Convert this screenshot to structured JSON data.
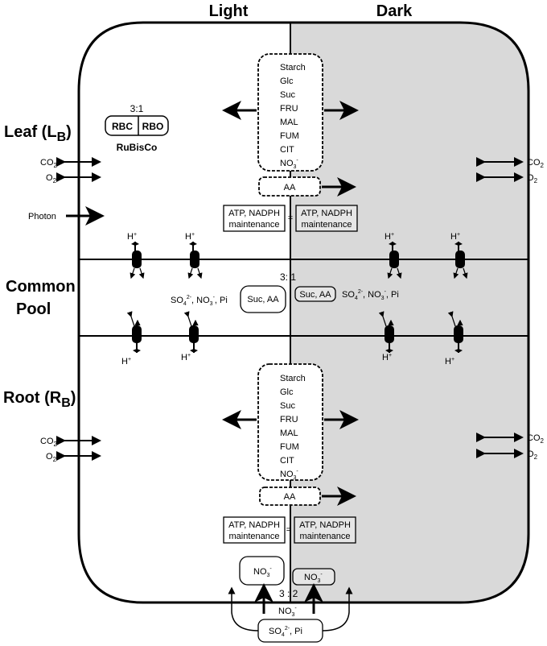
{
  "header": {
    "light": "Light",
    "dark": "Dark"
  },
  "sections": {
    "leaf": {
      "name": "Leaf (L",
      "sub": "B",
      "close": ")"
    },
    "pool": {
      "line1": "Common",
      "line2": "Pool"
    },
    "root": {
      "name": "Root (R",
      "sub": "B",
      "close": ")"
    }
  },
  "rubisco": {
    "ratio": "3:1",
    "rbc": "RBC",
    "rbo": "RBO",
    "name": "RuBisCo"
  },
  "metabolites": [
    "Starch",
    "Glc",
    "Suc",
    "FRU",
    "MAL",
    "FUM",
    "CIT",
    "NO3-"
  ],
  "aa": "AA",
  "energy": {
    "line1": "ATP, NADPH",
    "line2": "maintenance",
    "equals": "="
  },
  "gas": {
    "co2": "CO",
    "o2": "O",
    "sub": "2"
  },
  "photon": "Photon",
  "proton": {
    "h": "H",
    "sup": "+"
  },
  "pool_content": {
    "ratio": "3:  1",
    "suc_aa_light": "Suc, AA",
    "suc_aa_dark": "Suc, AA",
    "ions": "SO42-, NO3-, Pi"
  },
  "root_bottom": {
    "ratio": "3 : 2",
    "no3_light": "NO3-",
    "no3_dark": "NO3-",
    "no3_center": "NO3-",
    "source": "SO42-, Pi"
  },
  "colors": {
    "dark_region": "#d9d9d9",
    "line": "#000000"
  }
}
